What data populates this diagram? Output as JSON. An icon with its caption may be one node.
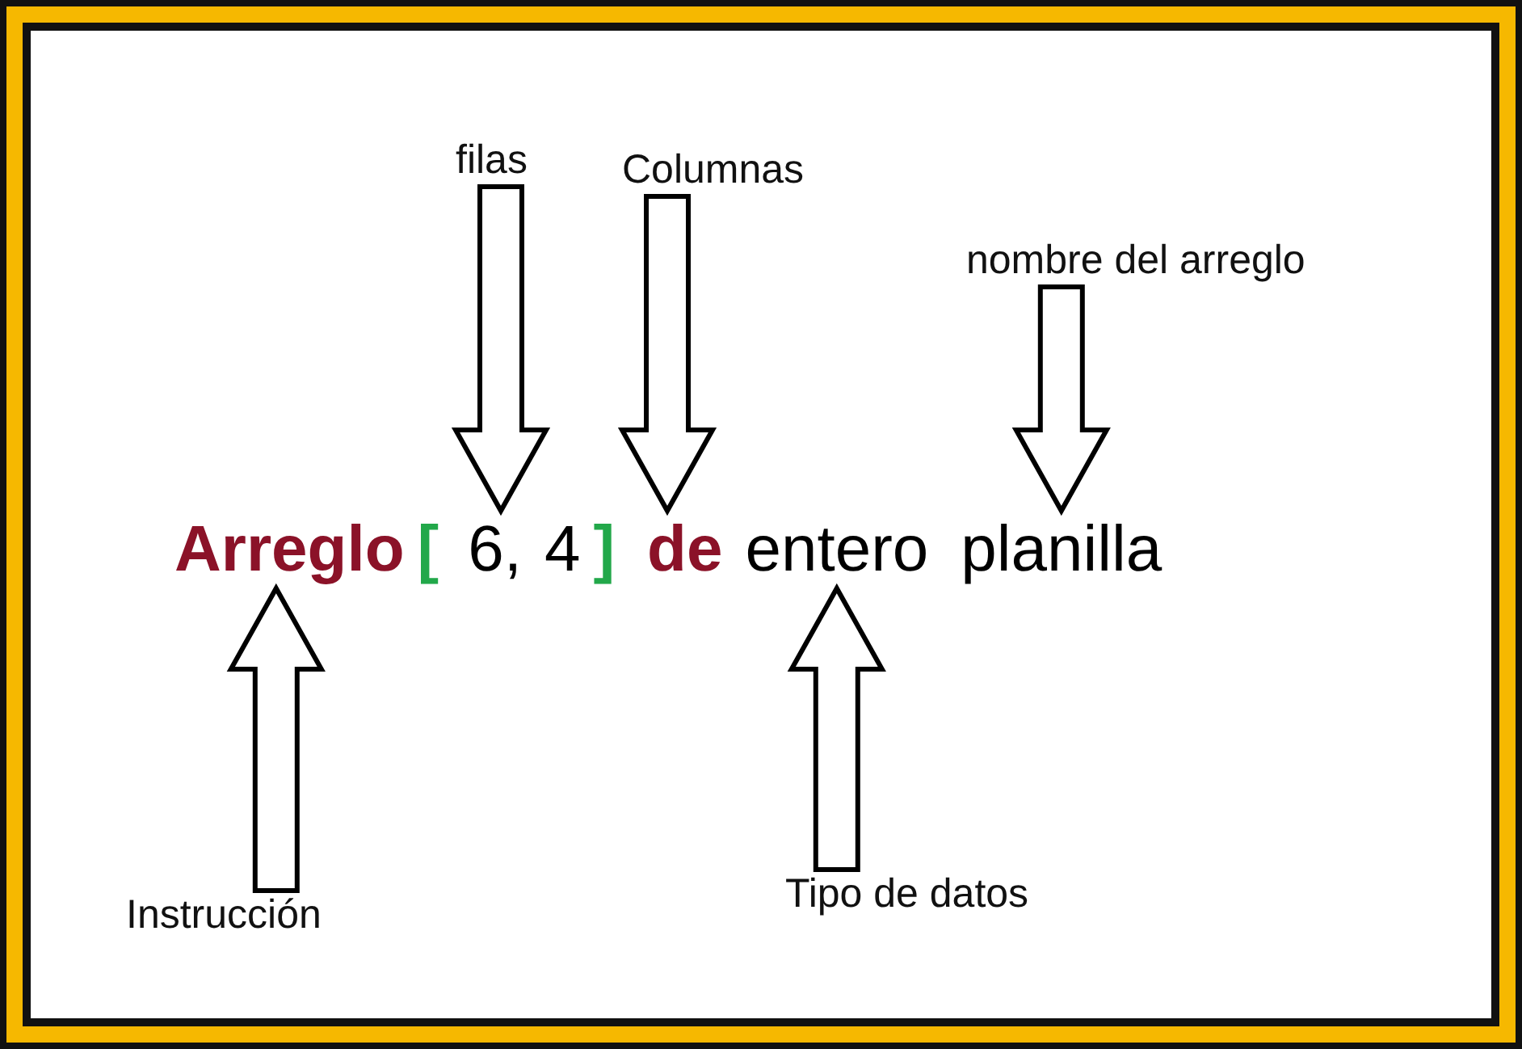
{
  "diagram": {
    "nodes": [
      {
        "text": [
          "filas"
        ]
      },
      {
        "text": [
          "Columnas"
        ]
      },
      {
        "text": [
          "nombre del arreglo"
        ]
      },
      {
        "text": [
          "Arreglo"
        ]
      },
      {
        "text": [
          "6"
        ]
      },
      {
        "text": [
          "4"
        ]
      },
      {
        "text": [
          "entero"
        ]
      },
      {
        "text": [
          "planilla"
        ]
      },
      {
        "text": [
          "Instrucción"
        ]
      },
      {
        "text": [
          "Tipo de datos"
        ]
      }
    ],
    "edges": [
      {
        "from": 0,
        "to": 4,
        "arrow": "to"
      },
      {
        "from": 1,
        "to": 5,
        "arrow": "to"
      },
      {
        "from": 2,
        "to": 7,
        "arrow": "to"
      },
      {
        "from": 8,
        "to": 3,
        "arrow": "to"
      },
      {
        "from": 9,
        "to": 6,
        "arrow": "to"
      }
    ],
    "labels": [
      "[",
      ",",
      "]",
      "de"
    ]
  }
}
